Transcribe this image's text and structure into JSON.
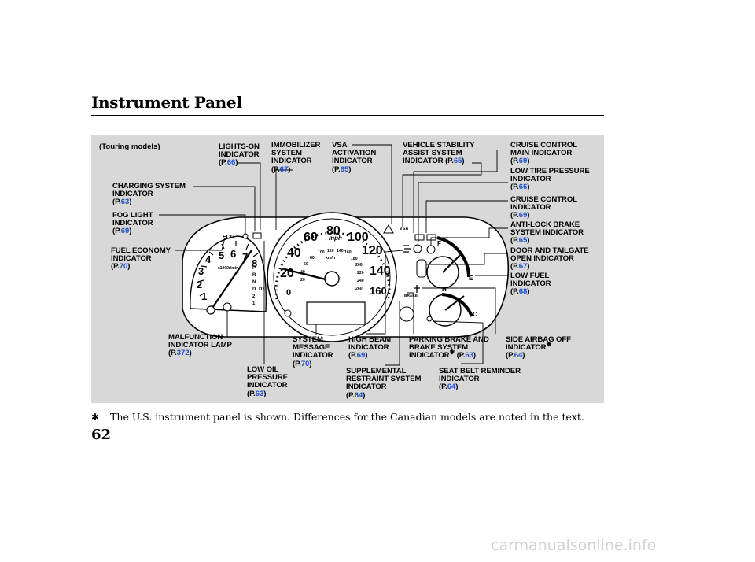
{
  "title": "Instrument Panel",
  "touring": "(Touring models)",
  "labels": {
    "lights_on": {
      "l1": "LIGHTS-ON",
      "l2": "INDICATOR",
      "page": "66"
    },
    "immobilizer": {
      "l1": "IMMOBILIZER",
      "l2": "SYSTEM",
      "l3": "INDICATOR",
      "page": "67"
    },
    "vsa_activation": {
      "l1": "VSA",
      "l2": "ACTIVATION",
      "l3": "INDICATOR",
      "page": "65"
    },
    "vehicle_stability": {
      "l1": "VEHICLE STABILITY",
      "l2": "ASSIST SYSTEM",
      "l3": "INDICATOR",
      "page": "65"
    },
    "cruise_main": {
      "l1": "CRUISE CONTROL",
      "l2": "MAIN INDICATOR",
      "page": "69"
    },
    "low_tire": {
      "l1": "LOW TIRE PRESSURE",
      "l2": "INDICATOR",
      "page": "66"
    },
    "cruise_control": {
      "l1": "CRUISE CONTROL",
      "l2": "INDICATOR",
      "page": "69"
    },
    "abs": {
      "l1": "ANTI-LOCK BRAKE",
      "l2": "SYSTEM INDICATOR",
      "page": "65"
    },
    "door_tailgate": {
      "l1": "DOOR AND TAILGATE",
      "l2": "OPEN INDICATOR",
      "page": "67"
    },
    "low_fuel": {
      "l1": "LOW FUEL",
      "l2": "INDICATOR",
      "page": "68"
    },
    "charging": {
      "l1": "CHARGING SYSTEM",
      "l2": "INDICATOR",
      "page": "63"
    },
    "fog_light": {
      "l1": "FOG LIGHT",
      "l2": "INDICATOR",
      "page": "69"
    },
    "fuel_economy": {
      "l1": "FUEL ECONOMY",
      "l2": "INDICATOR",
      "page": "70"
    },
    "malfunction": {
      "l1": "MALFUNCTION",
      "l2": "INDICATOR LAMP",
      "page": "372"
    },
    "low_oil": {
      "l1": "LOW OIL",
      "l2": "PRESSURE",
      "l3": "INDICATOR",
      "page": "63"
    },
    "system_message": {
      "l1": "SYSTEM",
      "l2": "MESSAGE",
      "l3": "INDICATOR",
      "page": "70"
    },
    "high_beam": {
      "l1": "HIGH BEAM",
      "l2": "INDICATOR",
      "page": "69"
    },
    "srs": {
      "l1": "SUPPLEMENTAL",
      "l2": "RESTRAINT SYSTEM",
      "l3": "INDICATOR",
      "page": "64"
    },
    "parking_brake": {
      "l1": "PARKING BRAKE AND",
      "l2": "BRAKE SYSTEM",
      "l3": "INDICATOR",
      "page": "63"
    },
    "seat_belt": {
      "l1": "SEAT BELT REMINDER",
      "l2": "INDICATOR",
      "page": "64"
    },
    "side_airbag": {
      "l1": "SIDE AIRBAG OFF",
      "l2": "INDICATOR",
      "page": "64"
    }
  },
  "gauge": {
    "tach": [
      "1",
      "2",
      "3",
      "4",
      "5",
      "6",
      "7",
      "8"
    ],
    "tach_unit": "x1000r/min",
    "gears": [
      "P",
      "R",
      "N",
      "D",
      "2",
      "1",
      "D3"
    ],
    "mph": [
      "0",
      "20",
      "40",
      "60",
      "80",
      "100",
      "120",
      "140",
      "160"
    ],
    "mph_unit": "mph",
    "kmh": [
      "20",
      "40",
      "60",
      "80",
      "100",
      "120",
      "140",
      "160",
      "180",
      "200",
      "220",
      "240",
      "260"
    ],
    "kmh_unit": "km/h",
    "eco": "ECO",
    "vsa": "VSA",
    "brake": "BRAKE",
    "fuel": [
      "F",
      "E"
    ],
    "temp": [
      "H",
      "C"
    ]
  },
  "footnote": "The U.S. instrument panel is shown. Differences for the Canadian models are noted in the text.",
  "asterisk": "✱",
  "page_number": "62",
  "watermark": "carmanualsonline.info"
}
